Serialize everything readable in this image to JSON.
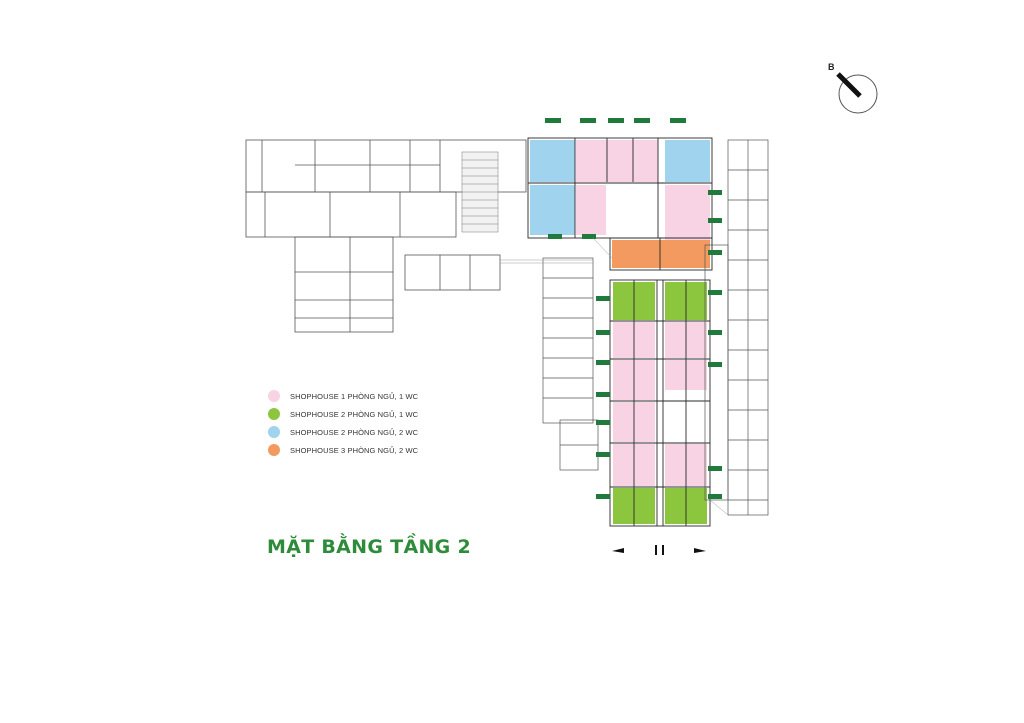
{
  "title": "MẶT BẰNG TẦNG 2",
  "compass": {
    "letter": "B"
  },
  "legend": [
    {
      "label": "SHOPHOUSE 1 PHÒNG NGỦ, 1 WC",
      "color": "#f7d3e3"
    },
    {
      "label": "SHOPHOUSE 2 PHÒNG NGỦ, 1 WC",
      "color": "#8cc63f"
    },
    {
      "label": "SHOPHOUSE 2 PHÒNG NGỦ, 2 WC",
      "color": "#9fd3ee"
    },
    {
      "label": "SHOPHOUSE 3 PHÒNG NGỦ, 2 WC",
      "color": "#f29a5f"
    }
  ],
  "colors": {
    "pink": "#f7d3e3",
    "green": "#8cc63f",
    "blue": "#9fd3ee",
    "orange": "#f29a5f",
    "tag": "#1f7a3c",
    "wall": "#2a2a2a"
  }
}
